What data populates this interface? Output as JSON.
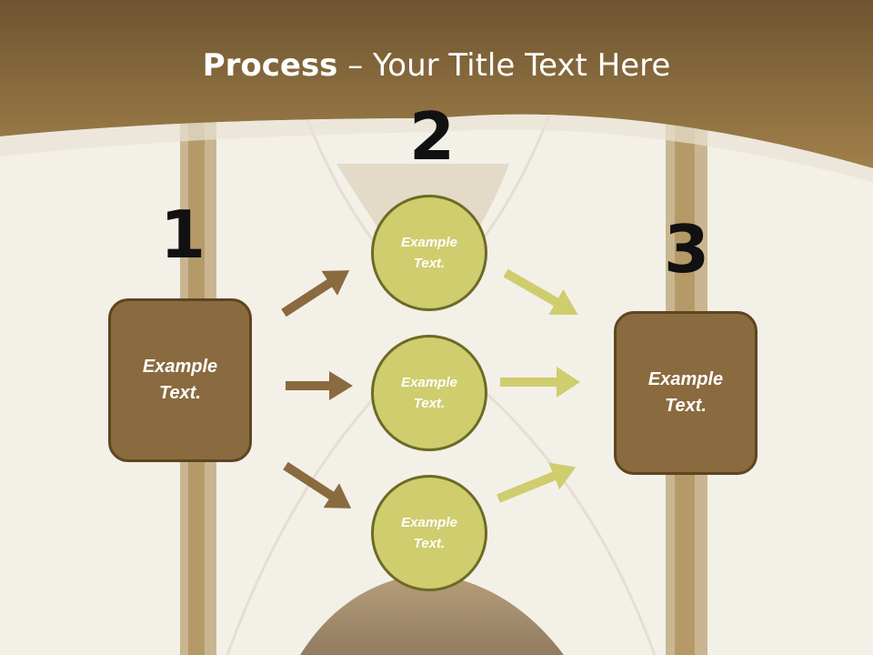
{
  "title": {
    "bold": "Process",
    "rest": " – Your Title Text Here"
  },
  "steps": {
    "one": {
      "number": "1",
      "label": "Example\nText."
    },
    "two": {
      "number": "2",
      "labels": [
        "Example\nText.",
        "Example\nText.",
        "Example\nText."
      ]
    },
    "three": {
      "number": "3",
      "label": "Example\nText."
    }
  },
  "colors": {
    "header": "#8f7040",
    "box_fill": "#8a6a3f",
    "circle_fill": "#cfcd6e",
    "arrow_brown": "#8a6a3f",
    "arrow_olive": "#cfcd6e"
  }
}
